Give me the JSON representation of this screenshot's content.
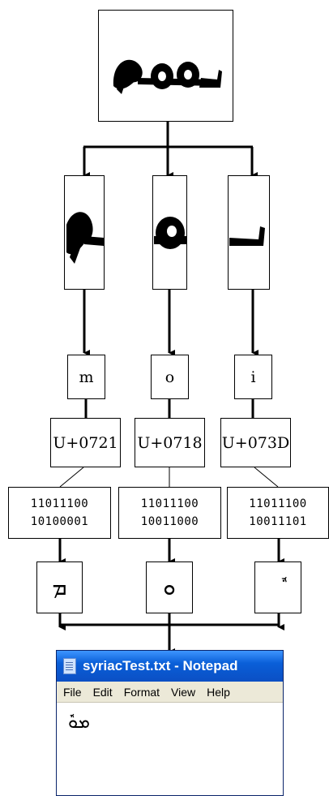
{
  "glyphs": [
    {
      "latin": "m",
      "codepoint": "U+0721",
      "binary": [
        "11011100",
        "10100001"
      ],
      "syriac": "ܡ"
    },
    {
      "latin": "o",
      "codepoint": "U+0718",
      "binary": [
        "11011100",
        "10011000"
      ],
      "syriac": "ܘ"
    },
    {
      "latin": "i",
      "codepoint": "U+073D",
      "binary": [
        "11011100",
        "10011101"
      ],
      "syriac": "ܽ"
    }
  ],
  "notepad": {
    "title": "syriacTest.txt - Notepad",
    "menu": [
      "File",
      "Edit",
      "Format",
      "View",
      "Help"
    ],
    "content": "ܡܘܽ"
  }
}
